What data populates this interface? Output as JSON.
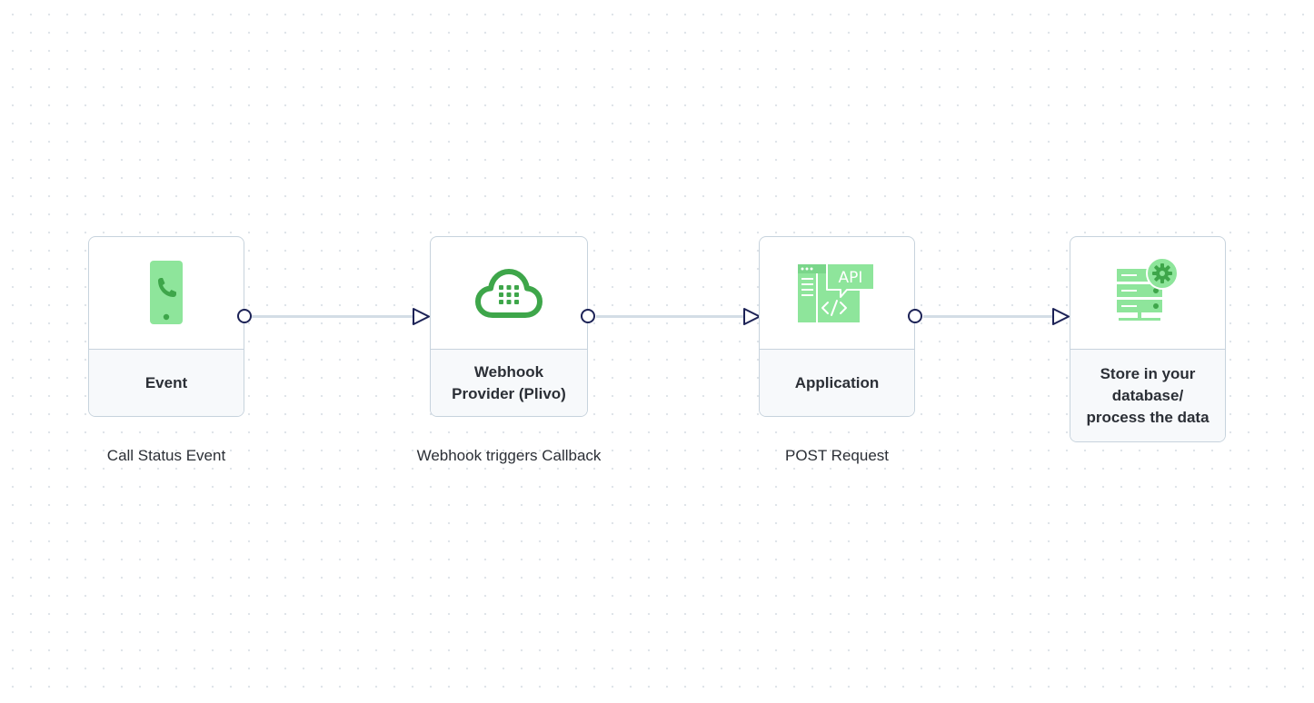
{
  "nodes": [
    {
      "label": "Event",
      "icon": "phone-icon",
      "caption": "Call Status Event"
    },
    {
      "label": "Webhook\nProvider (Plivo)",
      "icon": "cloud-grid-icon",
      "caption": "Webhook triggers Callback"
    },
    {
      "label": "Application",
      "icon": "api-window-icon",
      "caption": "POST Request"
    },
    {
      "label": "Store in your\ndatabase/\nprocess the data",
      "icon": "server-gear-icon",
      "caption": ""
    }
  ],
  "icon_text": {
    "api": "API"
  },
  "colors": {
    "node_border": "#c7d3dd",
    "label_background": "#f7f9fb",
    "icon_light_green": "#8ee59b",
    "icon_dark_green": "#3ea64a",
    "port_stroke": "#1c2256",
    "edge": "#d3dde6"
  }
}
